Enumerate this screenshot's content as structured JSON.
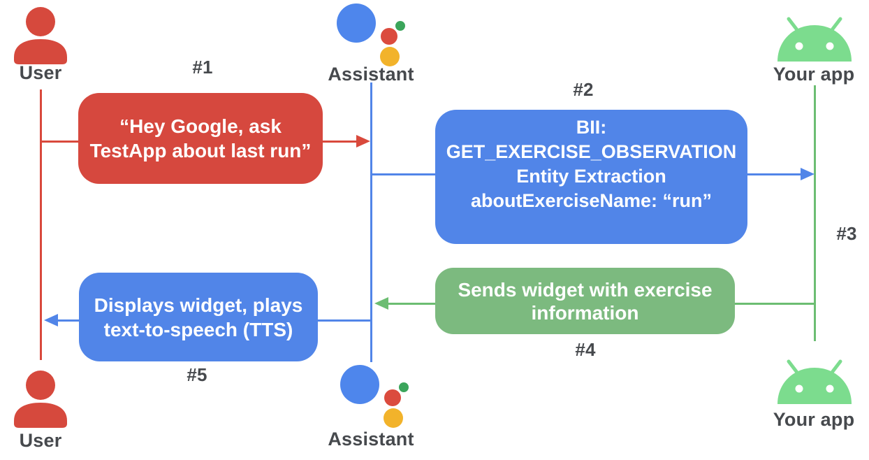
{
  "diagram_type": "sequence-diagram",
  "actors": {
    "user_top": {
      "label": "User"
    },
    "assistant_top": {
      "label": "Assistant"
    },
    "app_top": {
      "label": "Your app"
    },
    "user_bottom": {
      "label": "User"
    },
    "assistant_bottom": {
      "label": "Assistant"
    },
    "app_bottom": {
      "label": "Your app"
    }
  },
  "icons": {
    "user": "person-icon",
    "assistant": "google-assistant-logo",
    "app": "android-robot-icon"
  },
  "steps": {
    "s1": {
      "id": "#1",
      "from": "User",
      "to": "Assistant",
      "lines": [
        "“Hey Google, ask",
        "TestApp about last run”"
      ]
    },
    "s2": {
      "id": "#2",
      "from": "Assistant",
      "to": "Your app",
      "lines": [
        "BII:",
        "GET_EXERCISE_OBSERVATION",
        "Entity Extraction",
        "aboutExerciseName: “run”"
      ]
    },
    "s3": {
      "id": "#3",
      "from": "Your app",
      "to": "Your app",
      "lines": []
    },
    "s4": {
      "id": "#4",
      "from": "Your app",
      "to": "Assistant",
      "lines": [
        "Sends widget with exercise",
        "information"
      ]
    },
    "s5": {
      "id": "#5",
      "from": "Assistant",
      "to": "User",
      "lines": [
        "Displays widget, plays",
        "text-to-speech (TTS)"
      ]
    }
  },
  "colors": {
    "red_box": "#d6483e",
    "blue_box": "#5185e8",
    "green_box": "#7cba7f",
    "red_line": "#d9493c",
    "blue_line": "#5185e8",
    "green_line": "#6cbd72",
    "android_green": "#7cdc8e",
    "label_gray": "#46494d",
    "assistant_blue": "#4e86ec",
    "assistant_red": "#db4b3e",
    "assistant_yellow": "#f2b32b",
    "assistant_green": "#3ba55b",
    "box_text": "#ffffff"
  }
}
